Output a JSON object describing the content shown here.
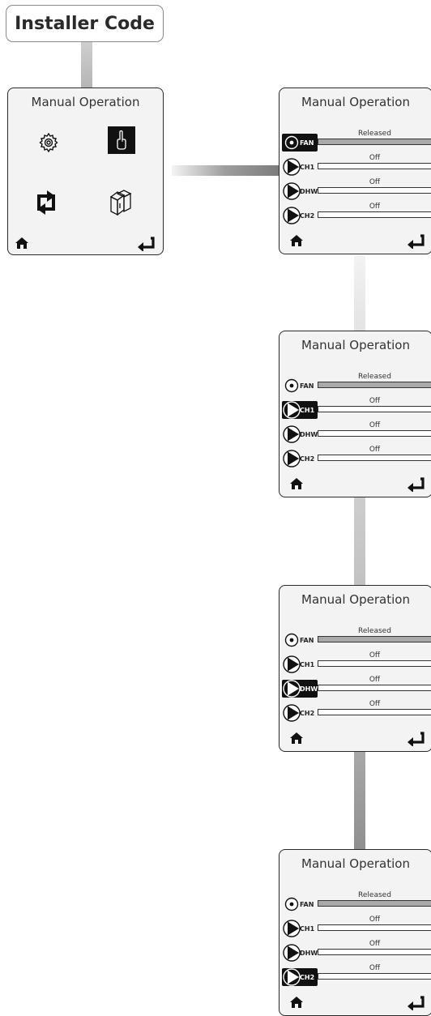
{
  "installer_label": "Installer Code",
  "menu_screen": {
    "title": "Manual Operation",
    "icons": [
      "settings-cog-icon",
      "manual-hand-icon",
      "cycle-arrows-icon",
      "appliance-icon"
    ],
    "selected_icon": "manual-hand-icon"
  },
  "screens": [
    {
      "title": "Manual Operation",
      "selected_row": "FAN",
      "rows": [
        {
          "label": "FAN",
          "value": "Released",
          "icon": "fan-icon",
          "filled": true
        },
        {
          "label": "CH1",
          "value": "Off",
          "icon": "pump-icon",
          "filled": false
        },
        {
          "label": "DHW",
          "value": "Off",
          "icon": "pump-icon",
          "filled": false
        },
        {
          "label": "CH2",
          "value": "Off",
          "icon": "pump-icon",
          "filled": false
        }
      ]
    },
    {
      "title": "Manual Operation",
      "selected_row": "CH1",
      "rows": [
        {
          "label": "FAN",
          "value": "Released",
          "icon": "fan-icon",
          "filled": true
        },
        {
          "label": "CH1",
          "value": "Off",
          "icon": "pump-icon",
          "filled": false
        },
        {
          "label": "DHW",
          "value": "Off",
          "icon": "pump-icon",
          "filled": false
        },
        {
          "label": "CH2",
          "value": "Off",
          "icon": "pump-icon",
          "filled": false
        }
      ]
    },
    {
      "title": "Manual Operation",
      "selected_row": "DHW",
      "rows": [
        {
          "label": "FAN",
          "value": "Released",
          "icon": "fan-icon",
          "filled": true
        },
        {
          "label": "CH1",
          "value": "Off",
          "icon": "pump-icon",
          "filled": false
        },
        {
          "label": "DHW",
          "value": "Off",
          "icon": "pump-icon",
          "filled": false
        },
        {
          "label": "CH2",
          "value": "Off",
          "icon": "pump-icon",
          "filled": false
        }
      ]
    },
    {
      "title": "Manual Operation",
      "selected_row": "CH2",
      "rows": [
        {
          "label": "FAN",
          "value": "Released",
          "icon": "fan-icon",
          "filled": true
        },
        {
          "label": "CH1",
          "value": "Off",
          "icon": "pump-icon",
          "filled": false
        },
        {
          "label": "DHW",
          "value": "Off",
          "icon": "pump-icon",
          "filled": false
        },
        {
          "label": "CH2",
          "value": "Off",
          "icon": "pump-icon",
          "filled": false
        }
      ]
    }
  ],
  "nav_icons": [
    "home-icon",
    "back-arrow-icon"
  ],
  "colors": {
    "selected_bg": "#111111",
    "screen_bg": "#f3f3f3",
    "released_bar": "#a9a9a9"
  }
}
